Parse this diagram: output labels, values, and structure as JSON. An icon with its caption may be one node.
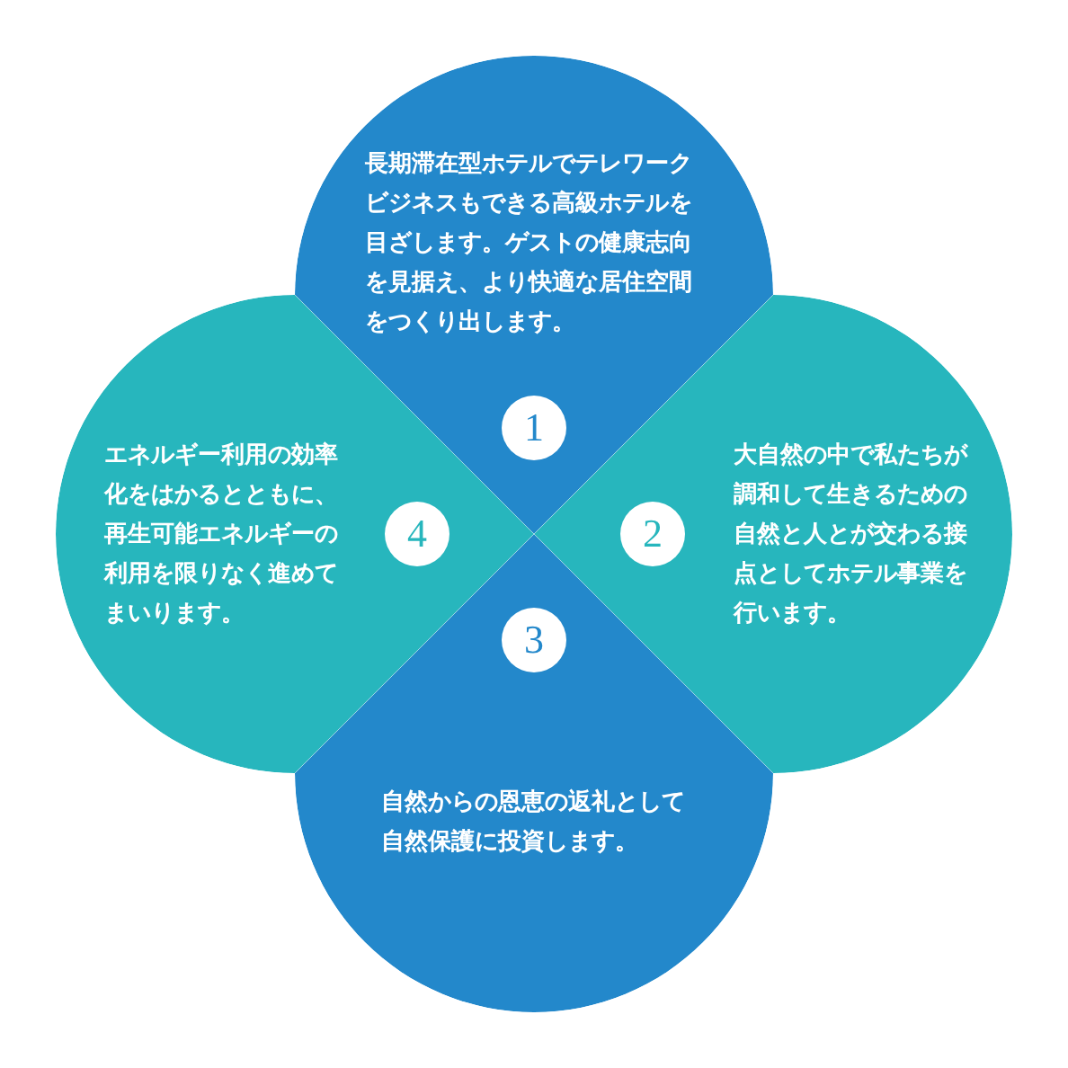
{
  "diagram": {
    "nodes": [
      {
        "text": [
          "長期滞在型ホテルでテレワークビジネスもできる高級ホテルを目ざします。ゲストの健康志向を見据え、より快適な居住空間をつくり出します。"
        ]
      },
      {
        "text": [
          "1"
        ],
        "in": 0
      },
      {
        "text": [
          "大自然の中で私たちが調和して生きるための自然と人とが交わる接点としてホテル事業を行います。"
        ]
      },
      {
        "text": [
          "2"
        ],
        "in": 2
      },
      {
        "text": [
          "自然からの恩恵の返礼として自然保護に投資します。"
        ]
      },
      {
        "text": [
          "3"
        ],
        "in": 4
      },
      {
        "text": [
          "エネルギー利用の効率化をはかるとともに、再生可能エネルギーの利用を限りなく進めてまいります。"
        ]
      },
      {
        "text": [
          "4"
        ],
        "in": 6
      }
    ]
  }
}
